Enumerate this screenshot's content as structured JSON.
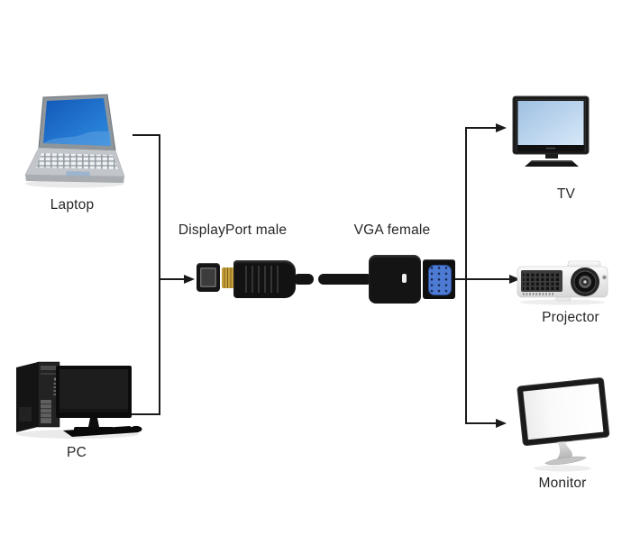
{
  "colors": {
    "background": "#ffffff",
    "line": "#1a1a1a",
    "label": "#262626",
    "vga_port_blue": "#4d7bd3",
    "dp_pins_gold": "#c8a13c",
    "laptop_screen_blue": "#1f6fc4",
    "tv_screen_blue": "#b7d2ec"
  },
  "sources": [
    {
      "id": "laptop",
      "label": "Laptop"
    },
    {
      "id": "pc",
      "label": "PC"
    }
  ],
  "adapter": {
    "input_label": "DisplayPort male",
    "output_label": "VGA female"
  },
  "outputs": [
    {
      "id": "tv",
      "label": "TV"
    },
    {
      "id": "projector",
      "label": "Projector"
    },
    {
      "id": "monitor",
      "label": "Monitor"
    }
  ]
}
